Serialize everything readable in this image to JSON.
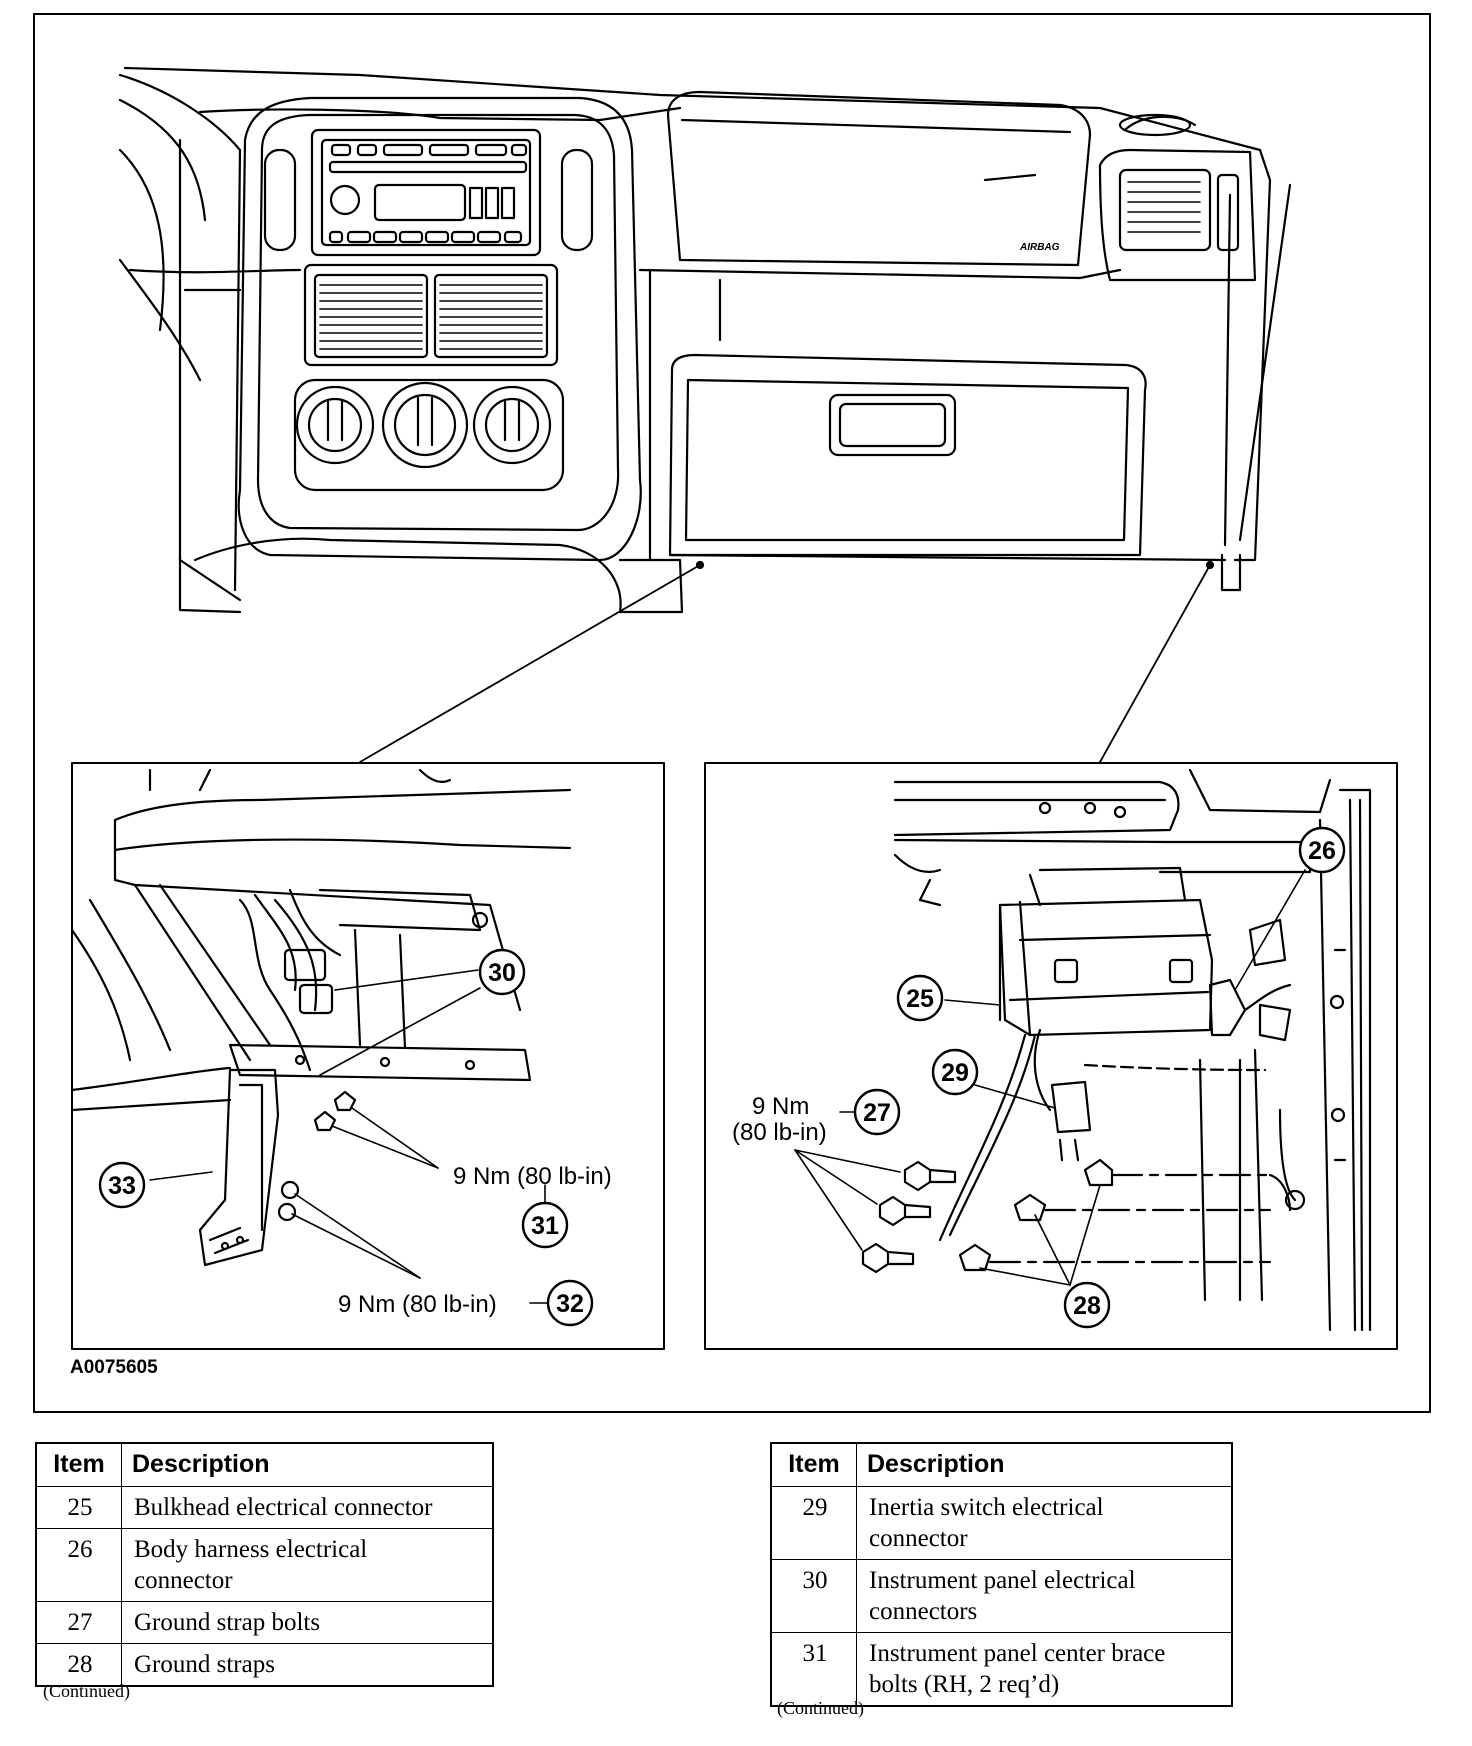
{
  "figure_id": "A0075605",
  "callouts": {
    "c25": "25",
    "c26": "26",
    "c27": "27",
    "c28": "28",
    "c29": "29",
    "c30": "30",
    "c31": "31",
    "c32": "32",
    "c33": "33"
  },
  "torque": {
    "left_upper": "9 Nm (80 lb-in)",
    "left_lower": "9 Nm (80 lb-in)",
    "right_line1": "9 Nm",
    "right_line2": "(80 lb-in)"
  },
  "dash_badge": "AIRBAG",
  "table_left": {
    "header_item": "Item",
    "header_description": "Description",
    "rows": [
      {
        "item": "25",
        "desc_1": "Bulkhead electrical connector",
        "desc_2": ""
      },
      {
        "item": "26",
        "desc_1": "Body harness electrical",
        "desc_2": "connector"
      },
      {
        "item": "27",
        "desc_1": "Ground strap bolts",
        "desc_2": ""
      },
      {
        "item": "28",
        "desc_1": "Ground straps",
        "desc_2": ""
      }
    ],
    "continued": "(Continued)"
  },
  "table_right": {
    "header_item": "Item",
    "header_description": "Description",
    "rows": [
      {
        "item": "29",
        "desc_1": "Inertia switch electrical",
        "desc_2": "connector"
      },
      {
        "item": "30",
        "desc_1": "Instrument panel electrical",
        "desc_2": "connectors"
      },
      {
        "item": "31",
        "desc_1": "Instrument panel center brace",
        "desc_2": "bolts (RH, 2 req’d)"
      }
    ],
    "continued": "(Continued)"
  }
}
